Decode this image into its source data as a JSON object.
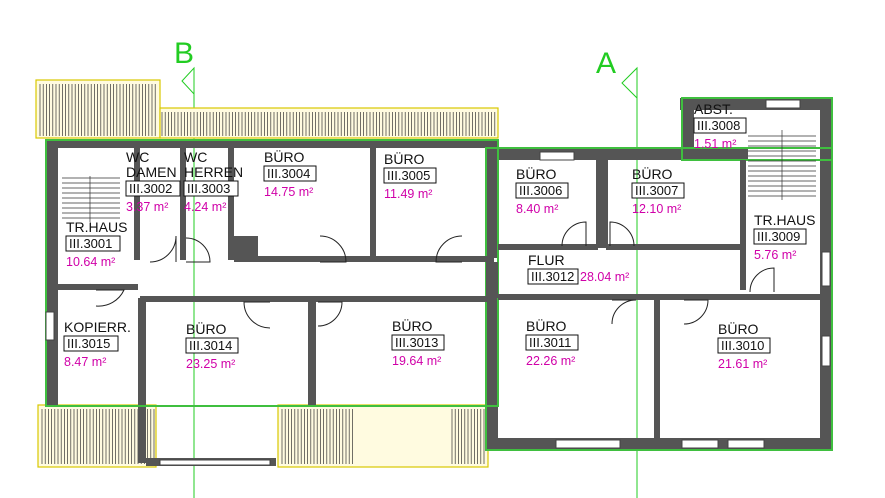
{
  "axes": {
    "a": "A",
    "b": "B"
  },
  "colors": {
    "room_text": "#111111",
    "area_text": "#d000a8",
    "axis": "#22cc22",
    "wall": "#555555",
    "wall_outline": "#3fbf3f",
    "terrace": "#d8c800"
  },
  "rooms": [
    {
      "id": "wc-damen",
      "name": "WC\nDAMEN",
      "code": "III.3002",
      "area": "3.37 m²"
    },
    {
      "id": "wc-herren",
      "name": "WC\nHERREN",
      "code": "III.3003",
      "area": "4.24 m²"
    },
    {
      "id": "buero-3004",
      "name": "BÜRO",
      "code": "III.3004",
      "area": "14.75 m²"
    },
    {
      "id": "buero-3005",
      "name": "BÜRO",
      "code": "III.3005",
      "area": "11.49 m²"
    },
    {
      "id": "abst-3008",
      "name": "ABST.",
      "code": "III.3008",
      "area": "1.51 m²"
    },
    {
      "id": "buero-3006",
      "name": "BÜRO",
      "code": "III.3006",
      "area": "8.40 m²"
    },
    {
      "id": "buero-3007",
      "name": "BÜRO",
      "code": "III.3007",
      "area": "12.10 m²"
    },
    {
      "id": "trhaus-3001",
      "name": "TR.HAUS",
      "code": "III.3001",
      "area": "10.64 m²"
    },
    {
      "id": "trhaus-3009",
      "name": "TR.HAUS",
      "code": "III.3009",
      "area": "5.76 m²"
    },
    {
      "id": "flur-3012",
      "name": "FLUR",
      "code": "III.3012",
      "area": "28.04 m²"
    },
    {
      "id": "kopierr-3015",
      "name": "KOPIERR.",
      "code": "III.3015",
      "area": "8.47 m²"
    },
    {
      "id": "buero-3014",
      "name": "BÜRO",
      "code": "III.3014",
      "area": "23.25 m²"
    },
    {
      "id": "buero-3013",
      "name": "BÜRO",
      "code": "III.3013",
      "area": "19.64 m²"
    },
    {
      "id": "buero-3011",
      "name": "BÜRO",
      "code": "III.3011",
      "area": "22.26 m²"
    },
    {
      "id": "buero-3010",
      "name": "BÜRO",
      "code": "III.3010",
      "area": "21.61 m²"
    }
  ]
}
